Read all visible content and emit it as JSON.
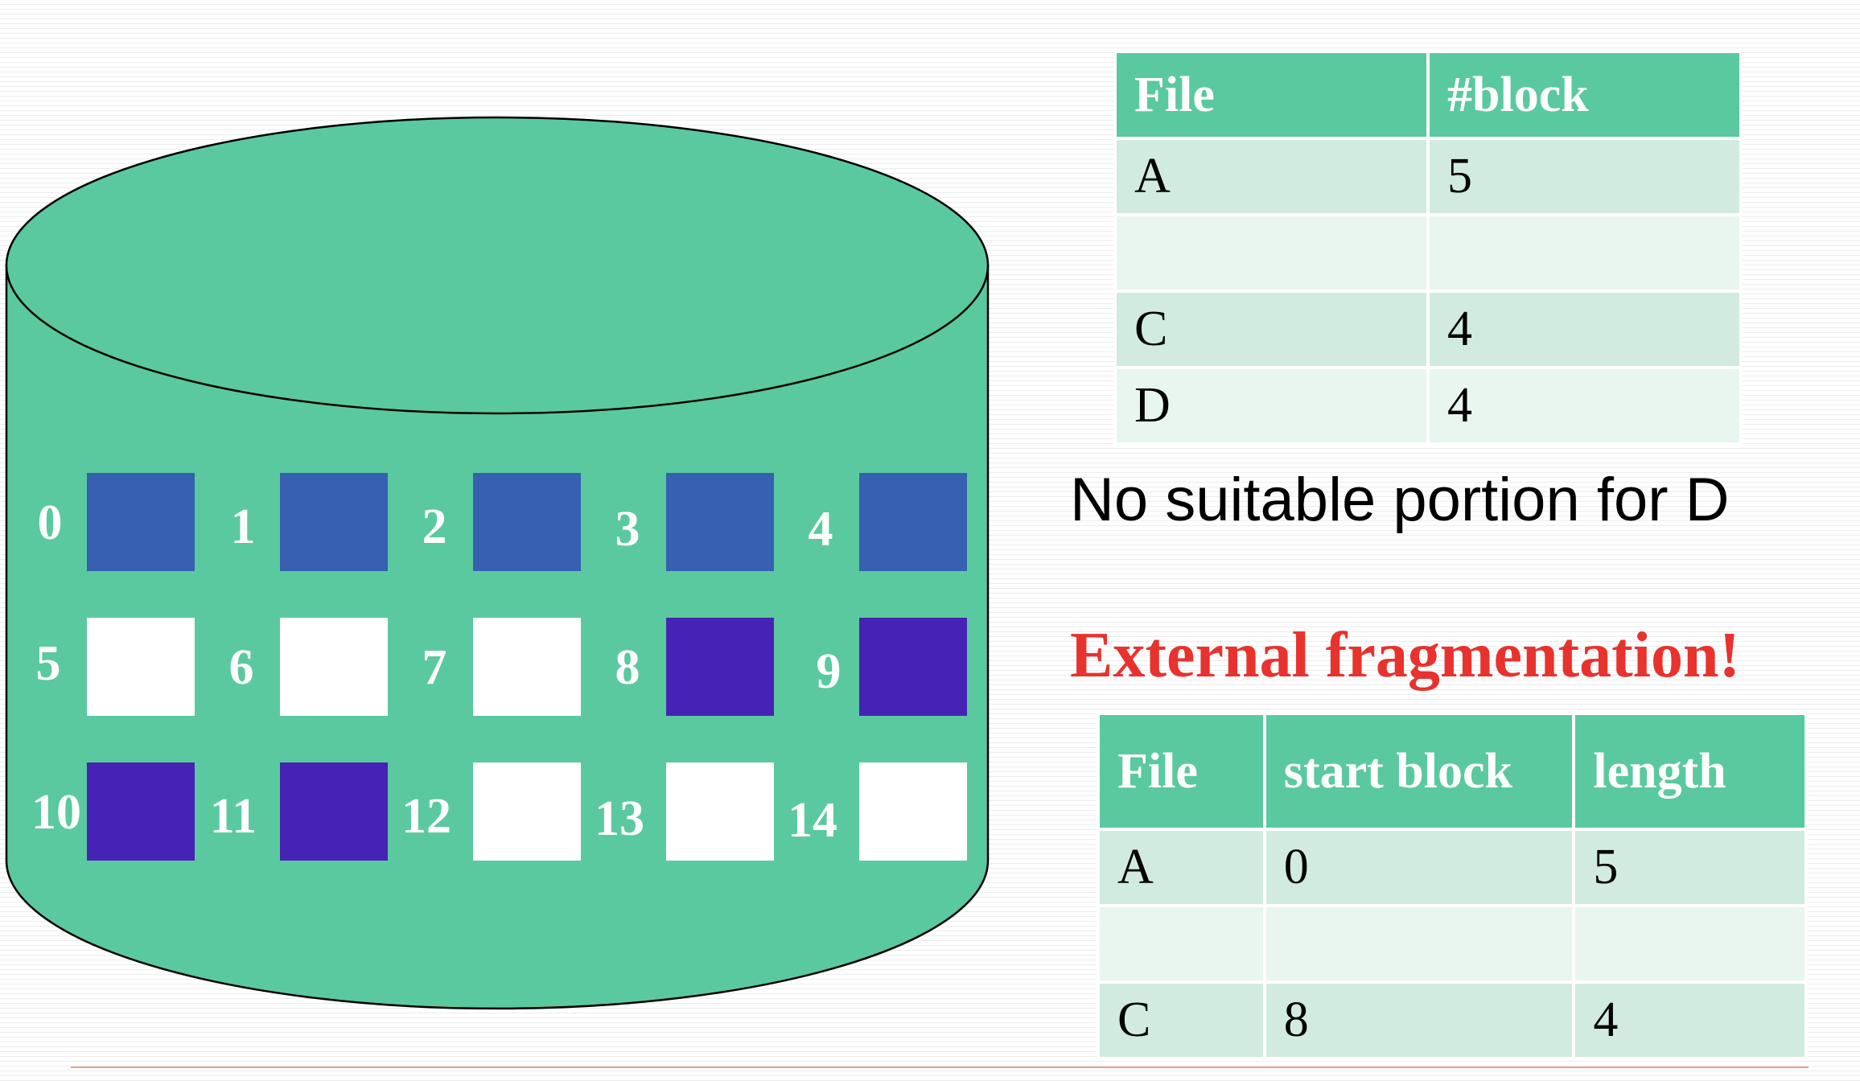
{
  "colors": {
    "disk": "#5ac99f",
    "block_file_a": "#3760b0",
    "block_file_c": "#4623b4",
    "block_free": "#ffffff",
    "header": "#5ac99f",
    "row_odd": "#d1ebe0",
    "row_even": "#e9f5ef",
    "alert_text": "#e8322e",
    "footer_rule": "#e9a08f"
  },
  "disk": {
    "blocks": [
      {
        "label": "0",
        "state": "A"
      },
      {
        "label": "1",
        "state": "A"
      },
      {
        "label": "2",
        "state": "A"
      },
      {
        "label": "3",
        "state": "A"
      },
      {
        "label": "4",
        "state": "A"
      },
      {
        "label": "5",
        "state": "free"
      },
      {
        "label": "6",
        "state": "free"
      },
      {
        "label": "7",
        "state": "free"
      },
      {
        "label": "8",
        "state": "C"
      },
      {
        "label": "9",
        "state": "C"
      },
      {
        "label": "10",
        "state": "C"
      },
      {
        "label": "11",
        "state": "C"
      },
      {
        "label": "12",
        "state": "free"
      },
      {
        "label": "13",
        "state": "free"
      },
      {
        "label": "14",
        "state": "free"
      }
    ]
  },
  "block_table": {
    "headers": [
      "File",
      "#block"
    ],
    "rows": [
      [
        "A",
        "5"
      ],
      [
        "",
        ""
      ],
      [
        "C",
        "4"
      ],
      [
        "D",
        "4"
      ]
    ]
  },
  "messages": {
    "no_portion": "No suitable portion for D",
    "external_fragmentation": "External fragmentation!"
  },
  "extent_table": {
    "headers": [
      "File",
      "start block",
      "length"
    ],
    "rows": [
      [
        "A",
        "0",
        "5"
      ],
      [
        "",
        "",
        ""
      ],
      [
        "C",
        "8",
        "4"
      ]
    ]
  }
}
